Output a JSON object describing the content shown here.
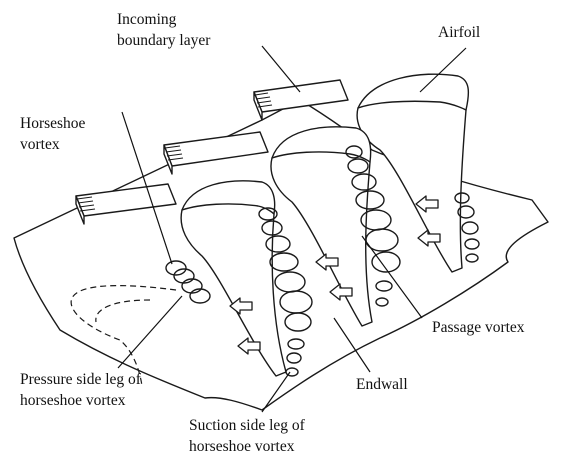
{
  "labels": {
    "incoming_boundary_layer": [
      "Incoming",
      "boundary layer"
    ],
    "airfoil": "Airfoil",
    "horseshoe_vortex": [
      "Horseshoe",
      "vortex"
    ],
    "passage_vortex": "Passage vortex",
    "endwall": "Endwall",
    "pressure_side_leg": [
      "Pressure side leg of",
      "horseshoe vortex"
    ],
    "suction_side_leg": [
      "Suction side leg of",
      "horseshoe vortex"
    ]
  }
}
